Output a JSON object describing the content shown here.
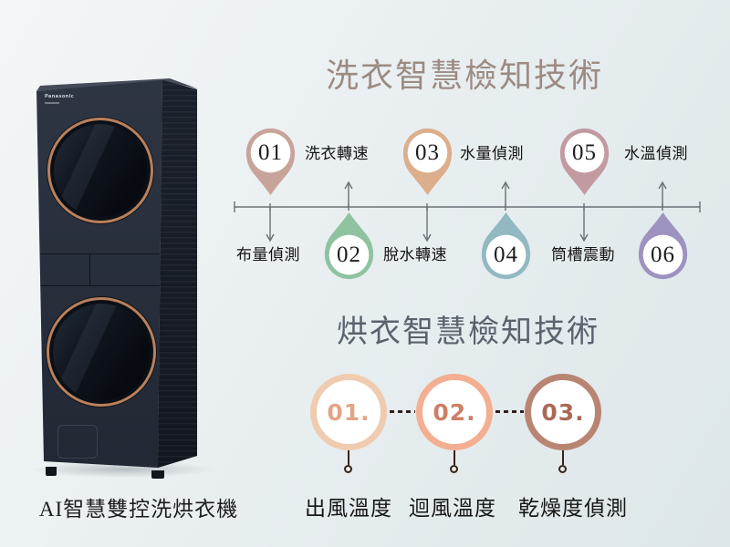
{
  "axis_color": "#6a7076",
  "machine": {
    "brand": "Panasonic",
    "caption": "AI智慧雙控洗烘衣機",
    "body_color": "#262d3b",
    "accent_ring": "#b9805c"
  },
  "washing": {
    "title": "洗衣智慧檢知技術",
    "title_color": "#9c8b83",
    "items": [
      {
        "num": "01",
        "label": "洗衣轉速",
        "color": "#c8a39a"
      },
      {
        "num": "02",
        "label": "布量偵測",
        "color": "#8fc3a0"
      },
      {
        "num": "03",
        "label": "水量偵測",
        "color": "#dcae8b"
      },
      {
        "num": "04",
        "label": "脫水轉速",
        "color": "#92b9c2"
      },
      {
        "num": "05",
        "label": "水溫偵測",
        "color": "#c29aa1"
      },
      {
        "num": "06",
        "label": "筒槽震動",
        "color": "#9d92c0"
      }
    ]
  },
  "drying": {
    "title": "烘衣智慧檢知技術",
    "title_color": "#5a636d",
    "items": [
      {
        "num": "01.",
        "label": "出風溫度",
        "ring": "#efccaf",
        "num_color": "#e2a584"
      },
      {
        "num": "02.",
        "label": "迴風溫度",
        "ring": "#f4ae91",
        "num_color": "#cd7f66"
      },
      {
        "num": "03.",
        "label": "乾燥度偵測",
        "ring": "#b98573",
        "num_color": "#a96a55"
      }
    ]
  }
}
